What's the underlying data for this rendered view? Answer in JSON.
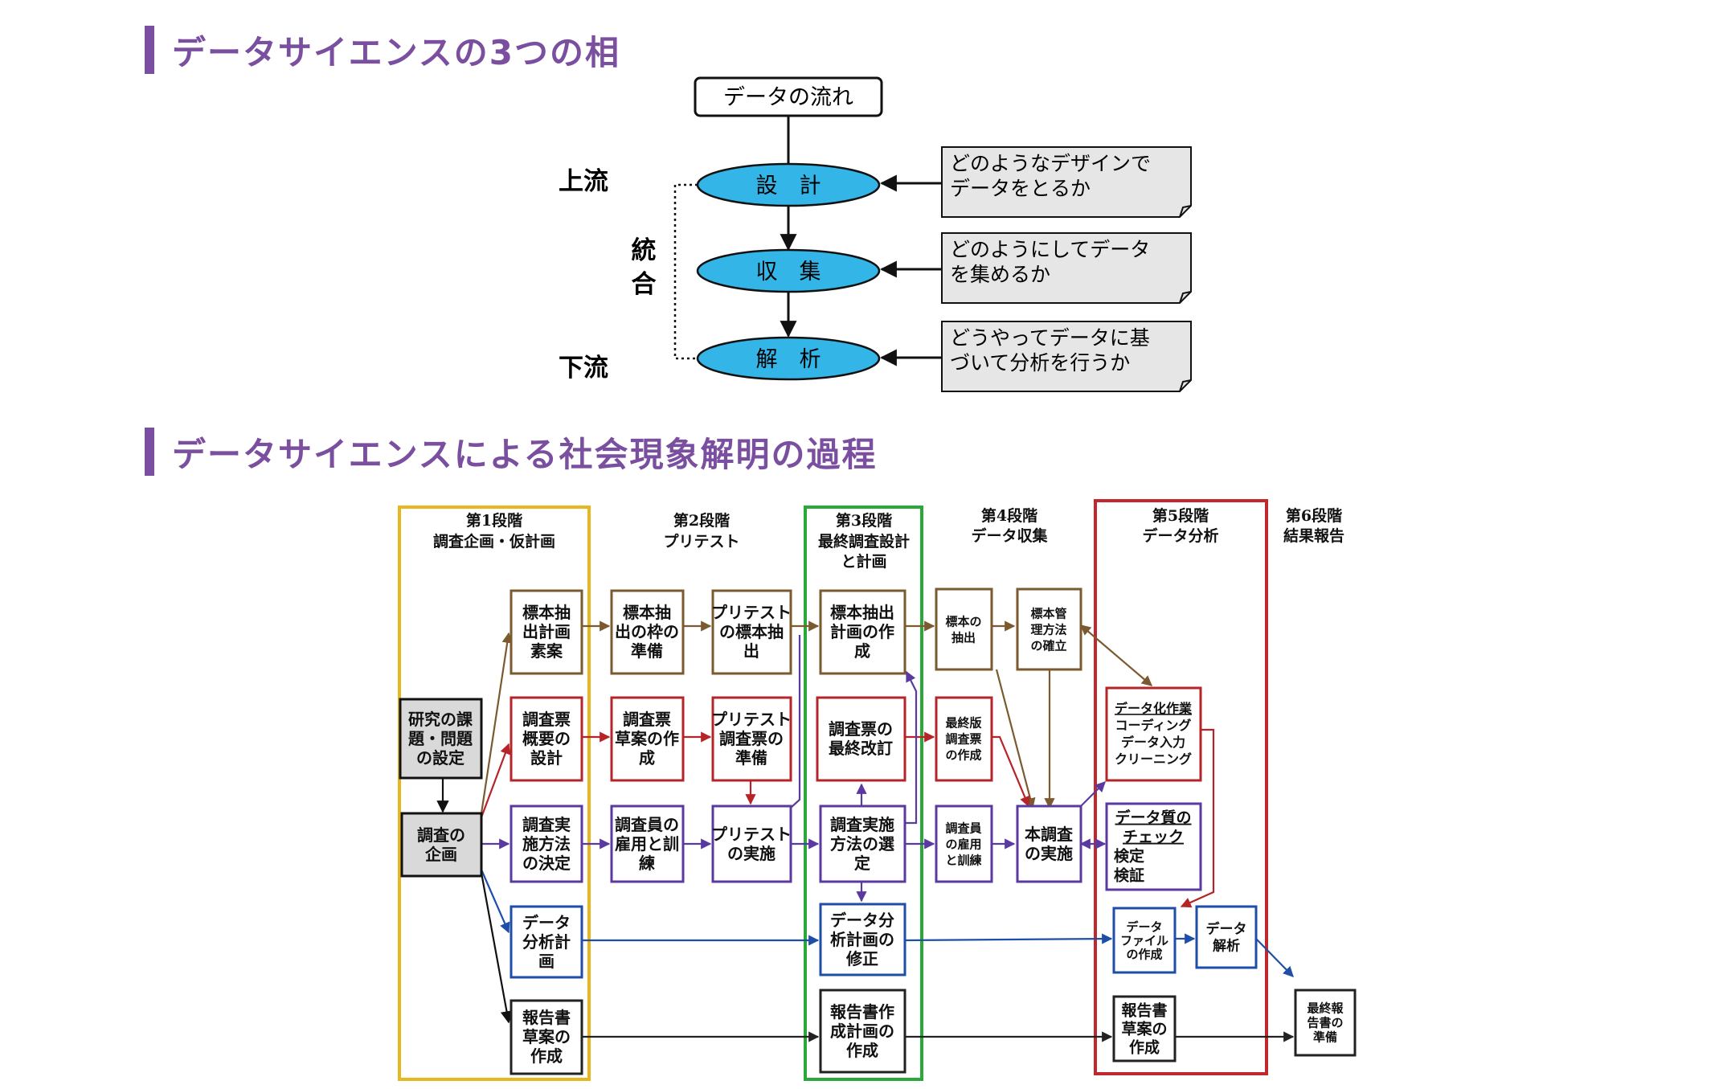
{
  "headings": {
    "h1": "データサイエンスの3つの相",
    "h2": "データサイエンスによる社会現象解明の過程"
  },
  "phases": {
    "flow_title": "データの流れ",
    "upstream": "上流",
    "downstream": "下流",
    "integration_1": "統",
    "integration_2": "合",
    "design": "設　計",
    "collect": "収　集",
    "analyze": "解　析",
    "note_design_1": "どのようなデザインで",
    "note_design_2": "データをとるか",
    "note_collect_1": "どのようにしてデータ",
    "note_collect_2": "を集めるか",
    "note_analyze_1": "どうやってデータに基",
    "note_analyze_2": "づいて分析を行うか"
  },
  "stages": {
    "s1_a": "第1段階",
    "s1_b": "調査企画・仮計画",
    "s2_a": "第2段階",
    "s2_b": "プリテスト",
    "s3_a": "第3段階",
    "s3_b": "最終調査設計",
    "s3_c": "と計画",
    "s4_a": "第4段階",
    "s4_b": "データ収集",
    "s5_a": "第5段階",
    "s5_b": "データ分析",
    "s6_a": "第6段階",
    "s6_b": "結果報告"
  },
  "boxes": {
    "research": [
      "研究の課",
      "題・問題",
      "の設定"
    ],
    "planning": [
      "調査の",
      "企画"
    ],
    "b1_sample": [
      "標本抽",
      "出計画",
      "素案"
    ],
    "b1_quest": [
      "調査票",
      "概要の",
      "設計"
    ],
    "b1_method": [
      "調査実",
      "施方法",
      "の決定"
    ],
    "b1_data": [
      "データ",
      "分析計",
      "画"
    ],
    "b1_report": [
      "報告書",
      "草案の",
      "作成"
    ],
    "b2_frame": [
      "標本抽",
      "出の枠の",
      "準備"
    ],
    "b2_ptsample": [
      "プリテスト",
      "の標本抽",
      "出"
    ],
    "b2_draft": [
      "調査票",
      "草案の作",
      "成"
    ],
    "b2_ptquest": [
      "プリテスト",
      "調査票の",
      "準備"
    ],
    "b2_hire": [
      "調査員の",
      "雇用と訓",
      "練"
    ],
    "b2_ptrun": [
      "プリテスト",
      "の実施"
    ],
    "b3_sample": [
      "標本抽出",
      "計画の作",
      "成"
    ],
    "b3_quest": [
      "調査票の",
      "最終改訂"
    ],
    "b3_method": [
      "調査実施",
      "方法の選",
      "定"
    ],
    "b3_data": [
      "データ分",
      "析計画の",
      "修正"
    ],
    "b3_report": [
      "報告書作",
      "成計画の",
      "作成"
    ],
    "b4_extract": [
      "標本の",
      "抽出"
    ],
    "b4_manage": [
      "標本管",
      "理方法",
      "の確立"
    ],
    "b4_final": [
      "最終版",
      "調査票",
      "の作成"
    ],
    "b4_hire": [
      "調査員",
      "の雇用",
      "と訓練"
    ],
    "b4_main": [
      "本調査",
      "の実施"
    ],
    "b5_datawork": [
      "データ化作業",
      "コーディング",
      "データ入力",
      "クリーニング"
    ],
    "b5_quality": [
      "データ質の",
      "チェック",
      "検定",
      "検証"
    ],
    "b5_file": [
      "データ",
      "ファイル",
      "の作成"
    ],
    "b5_analysis": [
      "データ",
      "解析"
    ],
    "b5_report": [
      "報告書",
      "草案の",
      "作成"
    ],
    "b6_final": [
      "最終報",
      "告書の",
      "準備"
    ]
  },
  "colors": {
    "heading": "#7b4fa0",
    "ellipse": "#33b5e8",
    "note_bg": "#e6e6e6",
    "stage1": "#e8b61e",
    "stage3": "#2aa839",
    "stage5": "#c0282e",
    "brown": "#7a5a2e",
    "red": "#b52428",
    "purple": "#5a3aa0",
    "blue": "#1f4ea8",
    "dark": "#222222"
  }
}
